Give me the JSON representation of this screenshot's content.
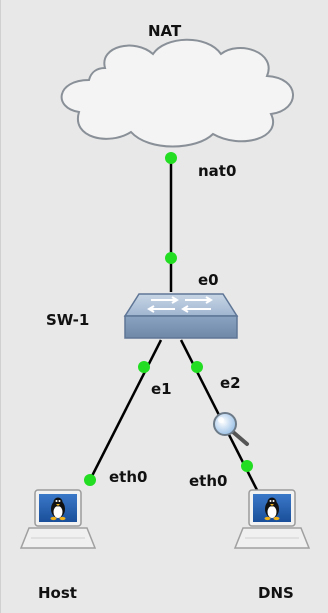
{
  "topology": {
    "nodes": {
      "nat": {
        "label": "NAT",
        "icon": "cloud-icon"
      },
      "switch": {
        "label": "SW-1",
        "icon": "switch-icon"
      },
      "host": {
        "label": "Host",
        "icon": "linux-computer-icon"
      },
      "dns": {
        "label": "DNS",
        "icon": "linux-computer-icon"
      }
    },
    "ports": {
      "nat0": "nat0",
      "sw_e0": "e0",
      "sw_e1": "e1",
      "sw_e2": "e2",
      "host_eth0": "eth0",
      "dns_eth0": "eth0"
    },
    "capture_icon": "magnifier-capture-icon",
    "colors": {
      "background": "#e8e8e8",
      "link": "#000000",
      "port_up": "#22dd22",
      "cloud_fill": "#f4f4f4",
      "switch_fill": "#8fa9c6"
    }
  }
}
